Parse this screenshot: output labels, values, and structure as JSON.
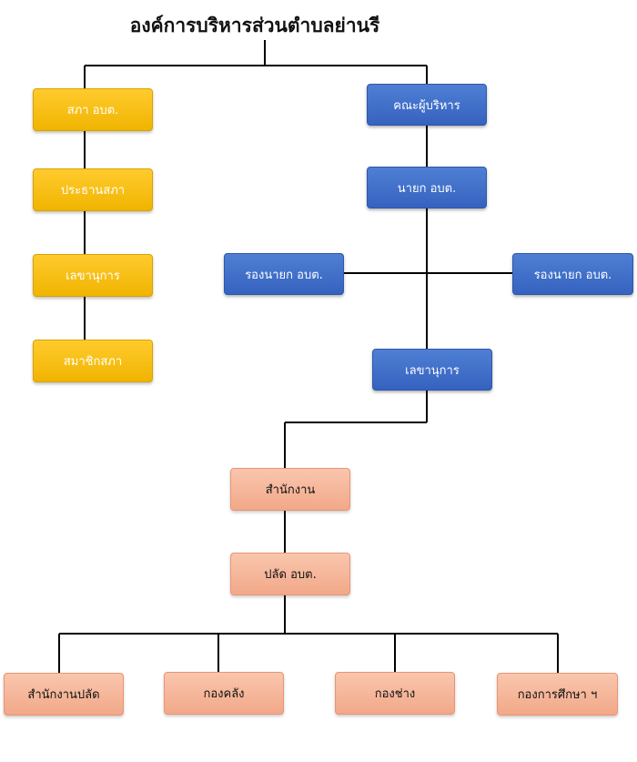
{
  "title": "องค์การบริหารส่วนตำบลย่านรี",
  "colors": {
    "council": "#fec007",
    "executive": "#4472c4",
    "office": "#f4b183",
    "connector": "#000000"
  },
  "council": {
    "head": "สภา อบต.",
    "chair": "ประธานสภา",
    "secretary": "เลขานุการ",
    "member": "สมาชิกสภา"
  },
  "executive": {
    "board": "คณะผู้บริหาร",
    "mayor": "นายก อบต.",
    "deputy_left": "รองนายก อบต.",
    "deputy_right": "รองนายก อบต.",
    "secretary": "เลขานุการ"
  },
  "administration": {
    "office": "สำนักงาน",
    "clerk": "ปลัด อบต.",
    "divisions": [
      "สำนักงานปลัด",
      "กองคลัง",
      "กองช่าง",
      "กองการศึกษา ฯ"
    ]
  }
}
